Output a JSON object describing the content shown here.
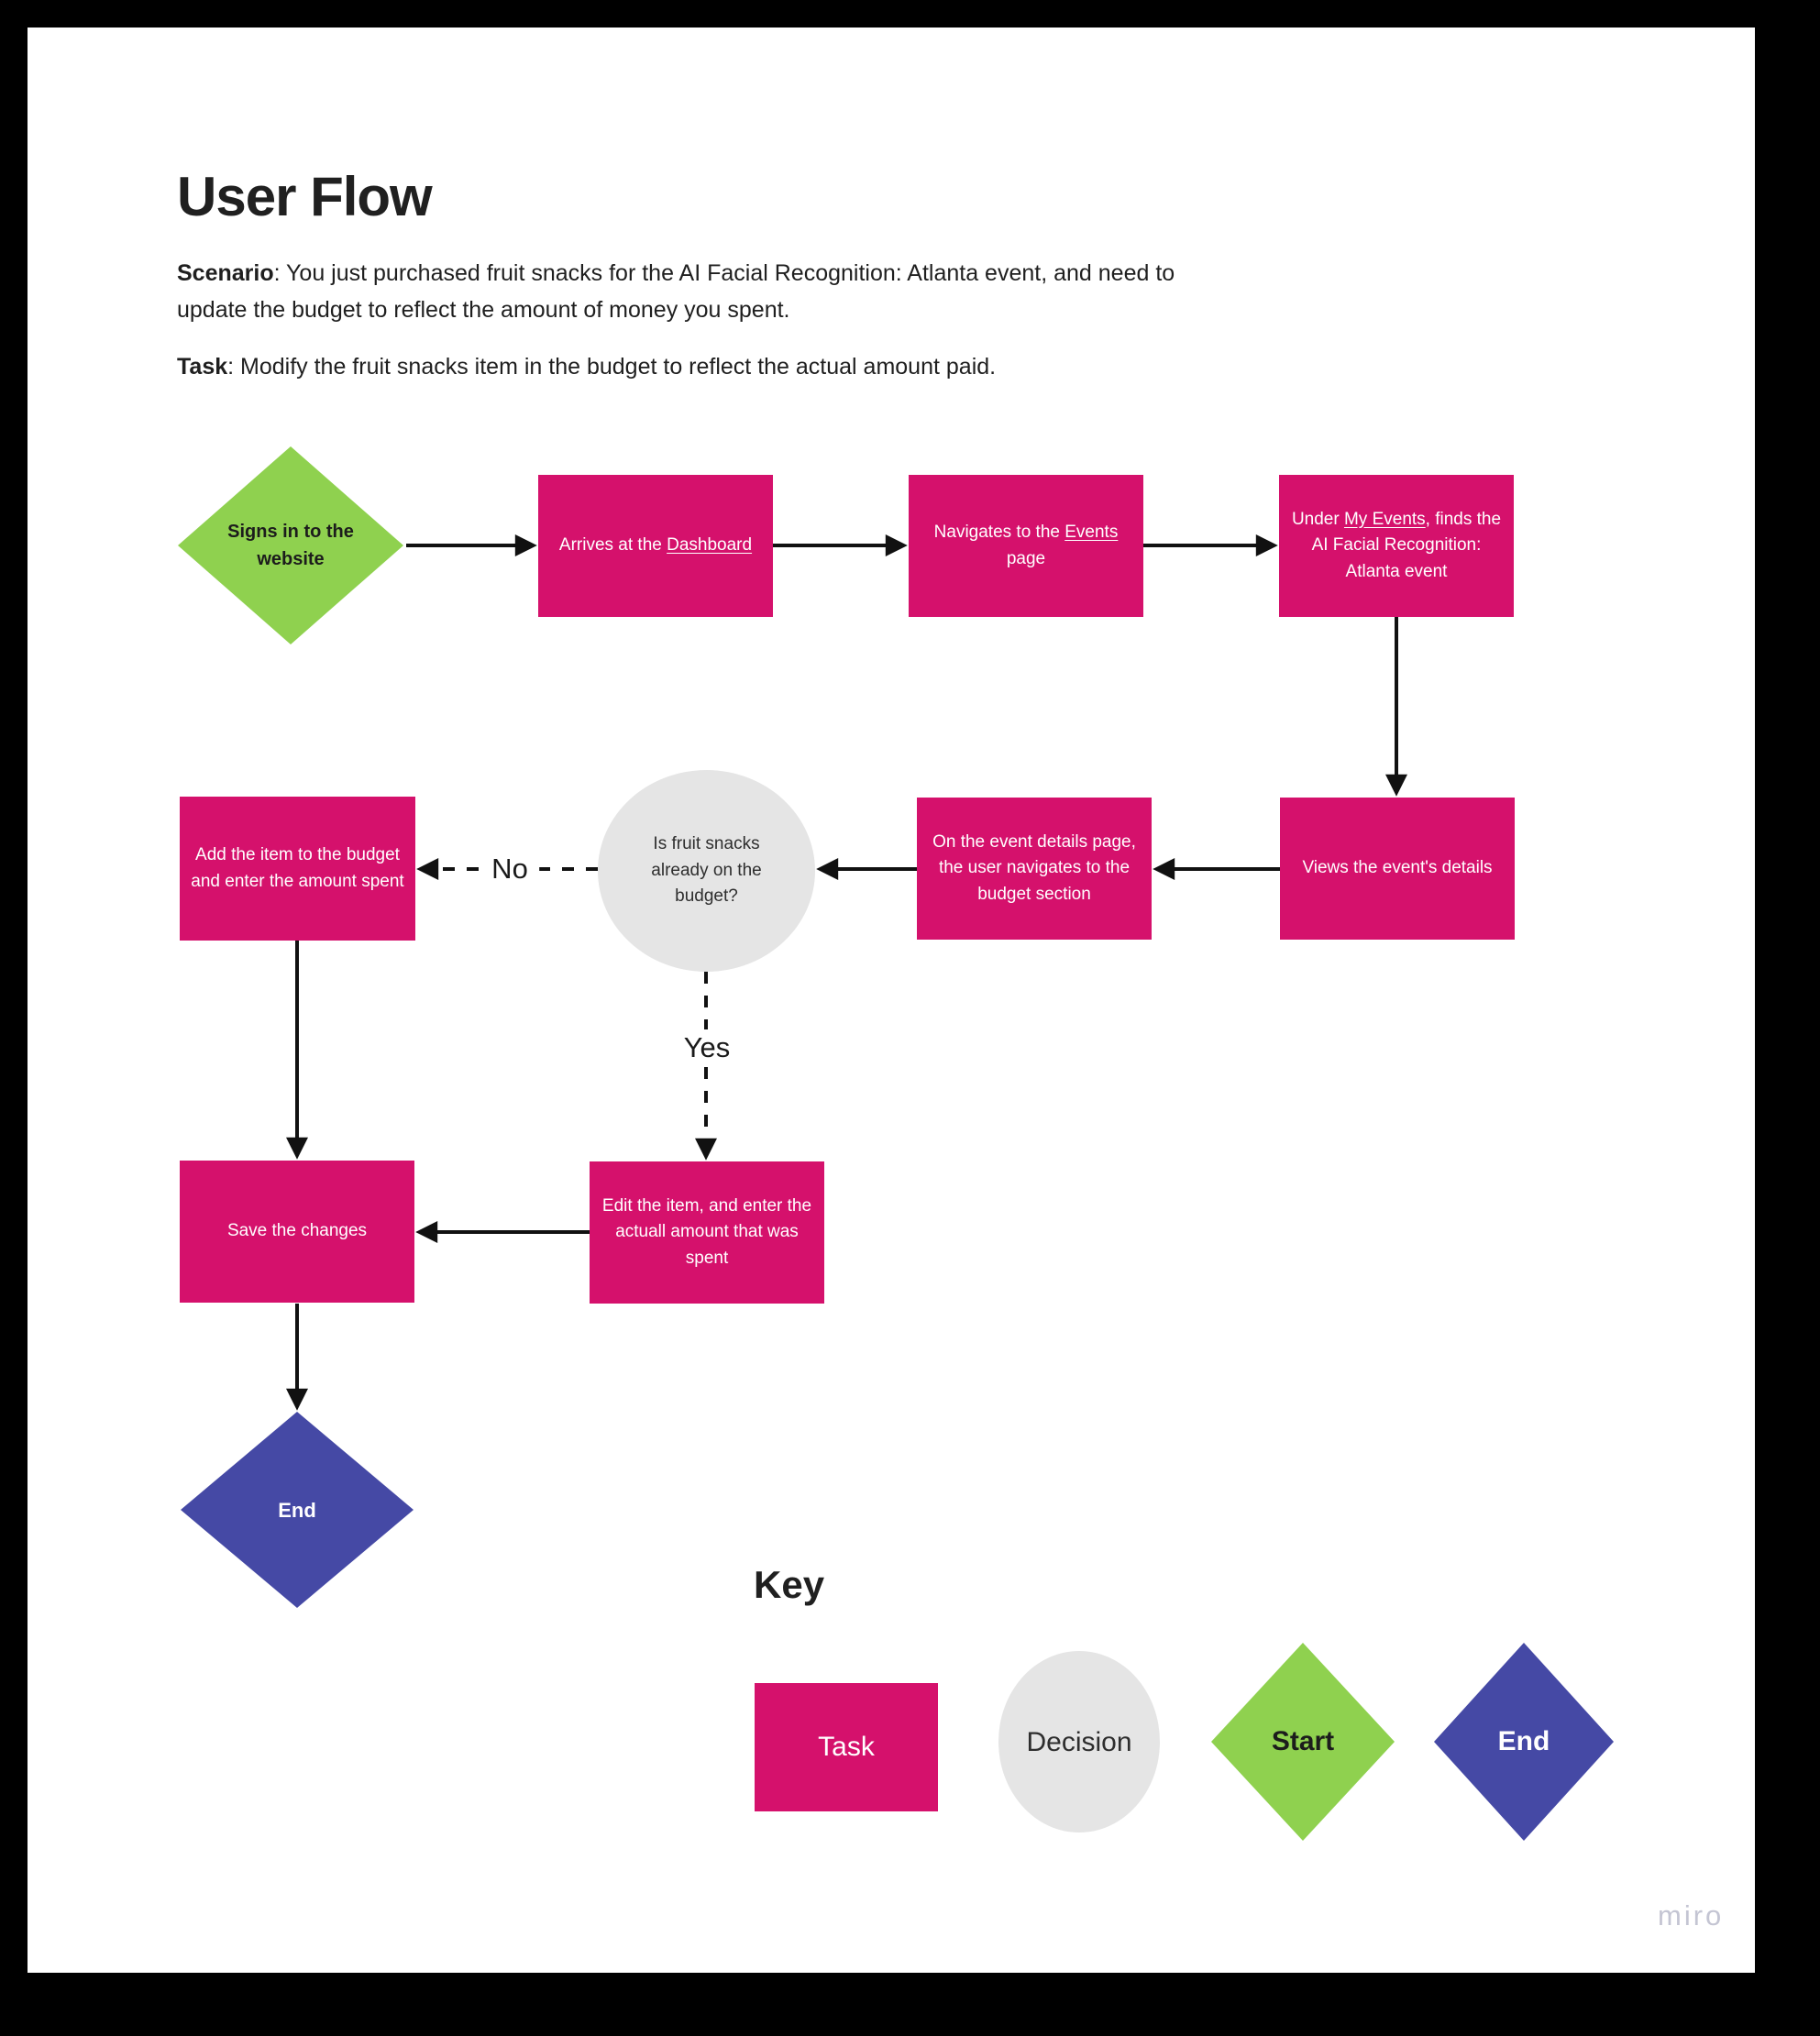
{
  "page": {
    "title": "User Flow",
    "scenario_label": "Scenario",
    "scenario_text": ": You just purchased fruit snacks for the AI Facial Recognition: Atlanta event, and need to update the budget to reflect the amount of money you spent.",
    "task_label": "Task",
    "task_text": ": Modify the fruit snacks item in the budget to reflect the actual amount paid.",
    "watermark": "miro"
  },
  "colors": {
    "task": "#d5116c",
    "start": "#8fd14f",
    "end": "#4549a5",
    "decision": "#e5e5e5",
    "arrow": "#111111"
  },
  "flow": {
    "start": {
      "label": "Signs in to the website"
    },
    "nodes": {
      "arrives": {
        "parts": [
          {
            "text": "Arrives at the "
          },
          {
            "text": "Dashboard",
            "underline": true
          }
        ]
      },
      "navigates": {
        "parts": [
          {
            "text": "Navigates to the "
          },
          {
            "text": "Events",
            "underline": true
          },
          {
            "text": " page"
          }
        ]
      },
      "under": {
        "parts": [
          {
            "text": "Under "
          },
          {
            "text": "My Events",
            "underline": true
          },
          {
            "text": ", finds the AI Facial Recognition: Atlanta event"
          }
        ]
      },
      "views": {
        "label": "Views the event's details"
      },
      "details": {
        "label": "On the event details page, the user navigates to the budget section"
      },
      "decision": {
        "label": "Is fruit snacks already on the budget?"
      },
      "add": {
        "label": "Add the item to the budget and enter the amount spent"
      },
      "edit": {
        "label": "Edit the item, and enter the actuall amount that was spent"
      },
      "save": {
        "label": "Save the changes"
      },
      "end": {
        "label": "End"
      }
    },
    "edges": {
      "no_label": "No",
      "yes_label": "Yes"
    }
  },
  "key": {
    "heading": "Key",
    "items": {
      "task": "Task",
      "decision": "Decision",
      "start": "Start",
      "end": "End"
    }
  }
}
